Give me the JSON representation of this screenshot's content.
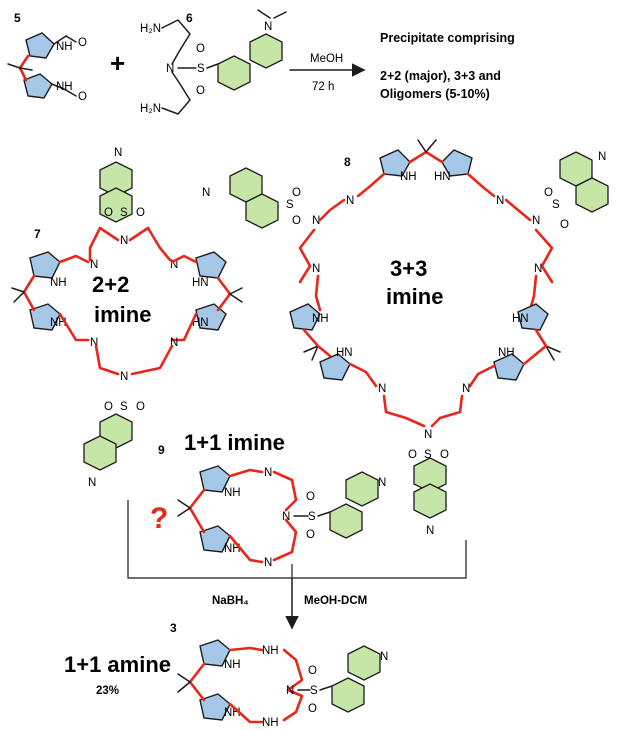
{
  "compounds": {
    "c5": "5",
    "c6": "6",
    "c7": "7",
    "c8": "8",
    "c9": "9",
    "c3": "3"
  },
  "atoms": {
    "NH": "NH",
    "HN": "HN",
    "N": "N",
    "S": "S",
    "O": "O",
    "H2N": "H₂N",
    "Nme": "N",
    "O_ald": "O"
  },
  "reaction1": {
    "plus": "+",
    "reagent": "MeOH",
    "time": "72 h",
    "product_line1": "Precipitate comprising",
    "product_line2": "2+2 (major), 3+3 and",
    "product_line3": "Oligomers (5-10%)"
  },
  "labels": {
    "mac22_line1": "2+2",
    "mac22_line2": "imine",
    "mac33_line1": "3+3",
    "mac33_line2": "imine",
    "mac11": "1+1 imine",
    "question": "?",
    "amine11": "1+1 amine",
    "yield": "23%"
  },
  "reaction2": {
    "reagent_left": "NaBH₄",
    "reagent_right": "MeOH-DCM"
  },
  "colors": {
    "pyrrole_fill": "#a6c8e8",
    "naphthalene_fill": "#c6e6a8",
    "linker_red": "#e8261c",
    "question_red": "#e8261c"
  }
}
